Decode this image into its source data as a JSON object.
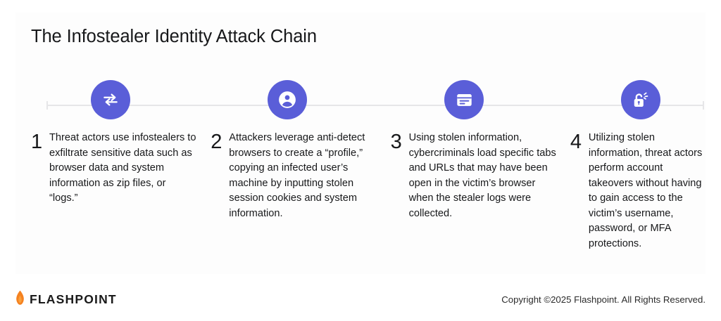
{
  "card": {
    "title": "The Infostealer Identity Attack Chain",
    "accent_color": "#5a5ed8",
    "rail_color": "#e6e6e8",
    "background": "#fdfdfd",
    "text_color": "#17181a"
  },
  "steps": [
    {
      "number": "1",
      "icon": "transfer-arrows-icon",
      "text": "Threat actors use infostealers to exfiltrate sensitive data such as browser data and system information as zip files, or “logs.”"
    },
    {
      "number": "2",
      "icon": "user-account-icon",
      "text": "Attackers leverage anti-detect browsers to create a “profile,” copying an infected user’s machine by inputting stolen session cookies and system information."
    },
    {
      "number": "3",
      "icon": "browser-window-icon",
      "text": "Using stolen information, cybercriminals load specific tabs and URLs that may have been open in the victim’s browser when the stealer logs were collected."
    },
    {
      "number": "4",
      "icon": "unlocked-padlock-icon",
      "text": "Utilizing stolen information, threat actors perform account takeovers without having to gain access to the victim’s username, password, or MFA protections."
    }
  ],
  "footer": {
    "logo_icon": "flame-icon",
    "logo_text": "FLASHPOINT",
    "logo_flame_color": "#f58220",
    "copyright": "Copyright ©2025 Flashpoint. All Rights Reserved."
  }
}
